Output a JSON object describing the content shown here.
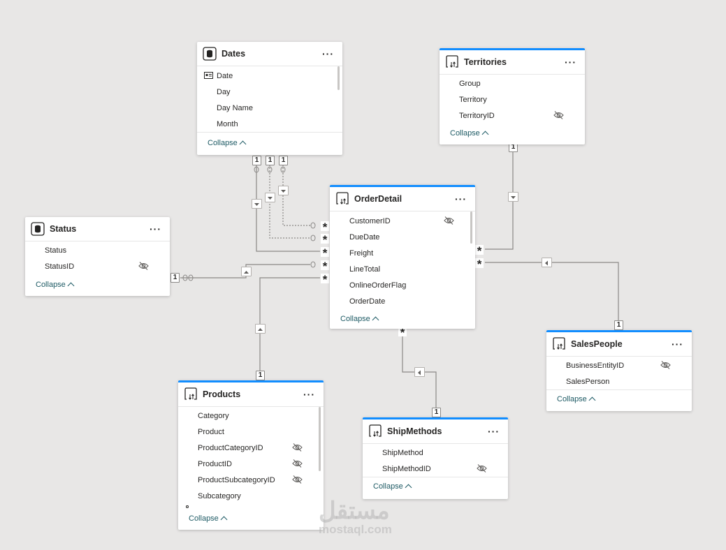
{
  "tables": {
    "dates": {
      "title": "Dates",
      "fields": [
        "Date",
        "Day",
        "Day Name",
        "Month"
      ],
      "collapse": "Collapse"
    },
    "territories": {
      "title": "Territories",
      "fields": [
        "Group",
        "Territory",
        "TerritoryID"
      ],
      "collapse": "Collapse"
    },
    "status": {
      "title": "Status",
      "fields": [
        "Status",
        "StatusID"
      ],
      "collapse": "Collapse"
    },
    "orderdetail": {
      "title": "OrderDetail",
      "fields": [
        "CustomerID",
        "DueDate",
        "Freight",
        "LineTotal",
        "OnlineOrderFlag",
        "OrderDate"
      ],
      "collapse": "Collapse"
    },
    "salespeople": {
      "title": "SalesPeople",
      "fields": [
        "BusinessEntityID",
        "SalesPerson"
      ],
      "collapse": "Collapse"
    },
    "products": {
      "title": "Products",
      "fields": [
        "Category",
        "Product",
        "ProductCategoryID",
        "ProductID",
        "ProductSubcategoryID",
        "Subcategory"
      ],
      "collapse": "Collapse"
    },
    "shipmethods": {
      "title": "ShipMethods",
      "fields": [
        "ShipMethod",
        "ShipMethodID"
      ],
      "collapse": "Collapse"
    }
  },
  "menu_glyph": "···",
  "one": "1",
  "many": "*",
  "watermark": {
    "arabic": "مستقل",
    "latin": "mostaql.com"
  },
  "colors": {
    "accent": "#118dff",
    "line": "#8a8886",
    "background": "#e8e7e6"
  }
}
